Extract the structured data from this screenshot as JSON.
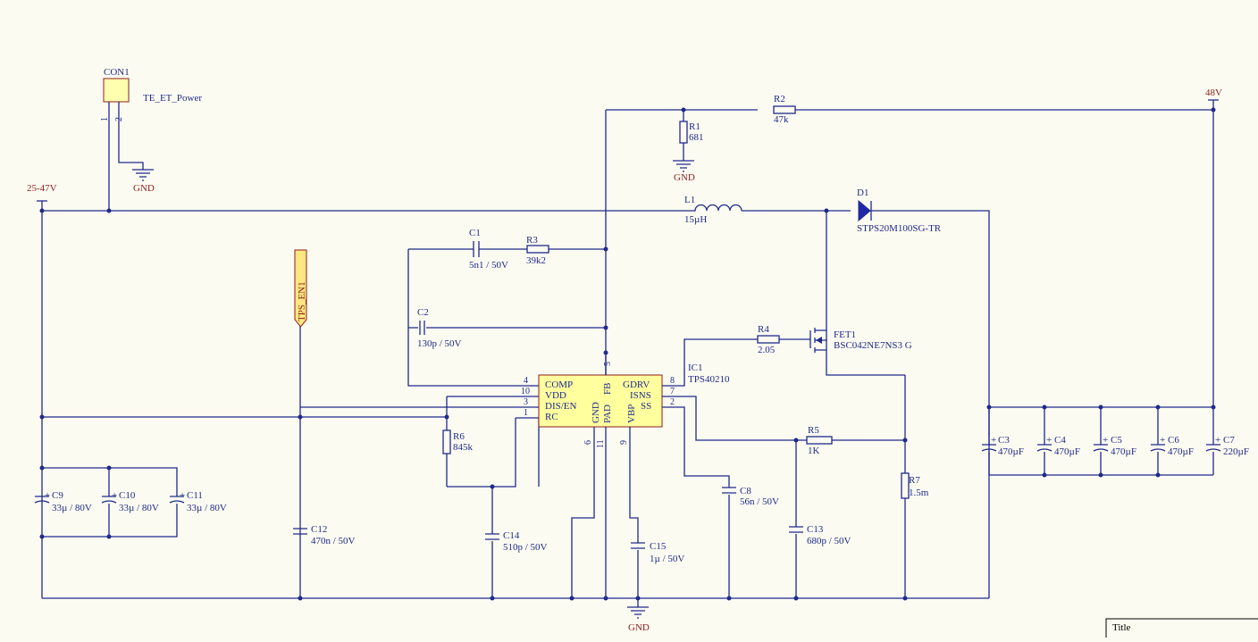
{
  "connector": {
    "ref": "CON1",
    "value": "TE_ET_Power",
    "pin1": "1",
    "pin2": "2"
  },
  "nets": {
    "vin": "25-47V",
    "vout": "48V",
    "gnd": "GND"
  },
  "port": {
    "label": "TPS_EN1"
  },
  "ic": {
    "ref": "IC1",
    "part": "TPS40210",
    "left_pins": [
      {
        "num": "4",
        "name": "COMP"
      },
      {
        "num": "10",
        "name": "VDD"
      },
      {
        "num": "3",
        "name": "DIS/EN"
      },
      {
        "num": "1",
        "name": "RC"
      }
    ],
    "right_pins": [
      {
        "num": "8",
        "name": "GDRV"
      },
      {
        "num": "7",
        "name": "ISNS"
      },
      {
        "num": "2",
        "name": "SS"
      }
    ],
    "top_pins": [
      {
        "num": "5",
        "name": "FB"
      }
    ],
    "bottom_pins": [
      {
        "num": "6",
        "name": "GND"
      },
      {
        "num": "11",
        "name": "PAD"
      },
      {
        "num": "9",
        "name": "VBP"
      }
    ]
  },
  "components": {
    "R1": {
      "ref": "R1",
      "value": "681"
    },
    "R2": {
      "ref": "R2",
      "value": "47k"
    },
    "R3": {
      "ref": "R3",
      "value": "39k2"
    },
    "R4": {
      "ref": "R4",
      "value": "2.05"
    },
    "R5": {
      "ref": "R5",
      "value": "1K"
    },
    "R6": {
      "ref": "R6",
      "value": "845k"
    },
    "R7": {
      "ref": "R7",
      "value": "1.5m"
    },
    "L1": {
      "ref": "L1",
      "value": "15µH"
    },
    "D1": {
      "ref": "D1",
      "value": "STPS20M100SG-TR"
    },
    "FET1": {
      "ref": "FET1",
      "value": "BSC042NE7NS3 G"
    },
    "C1": {
      "ref": "C1",
      "value": "5n1 / 50V"
    },
    "C2": {
      "ref": "C2",
      "value": "130p / 50V"
    },
    "C3": {
      "ref": "C3",
      "value": "470µF"
    },
    "C4": {
      "ref": "C4",
      "value": "470µF"
    },
    "C5": {
      "ref": "C5",
      "value": "470µF"
    },
    "C6": {
      "ref": "C6",
      "value": "470µF"
    },
    "C7": {
      "ref": "C7",
      "value": "220µF"
    },
    "C8": {
      "ref": "C8",
      "value": "56n / 50V"
    },
    "C9": {
      "ref": "C9",
      "value": "33µ / 80V"
    },
    "C10": {
      "ref": "C10",
      "value": "33µ / 80V"
    },
    "C11": {
      "ref": "C11",
      "value": "33µ / 80V"
    },
    "C12": {
      "ref": "C12",
      "value": "470n / 50V"
    },
    "C13": {
      "ref": "C13",
      "value": "680p / 50V"
    },
    "C14": {
      "ref": "C14",
      "value": "510p / 50V"
    },
    "C15": {
      "ref": "C15",
      "value": "1µ / 50V"
    }
  },
  "polarity_mark": "+",
  "title_block": {
    "title_label": "Title"
  }
}
